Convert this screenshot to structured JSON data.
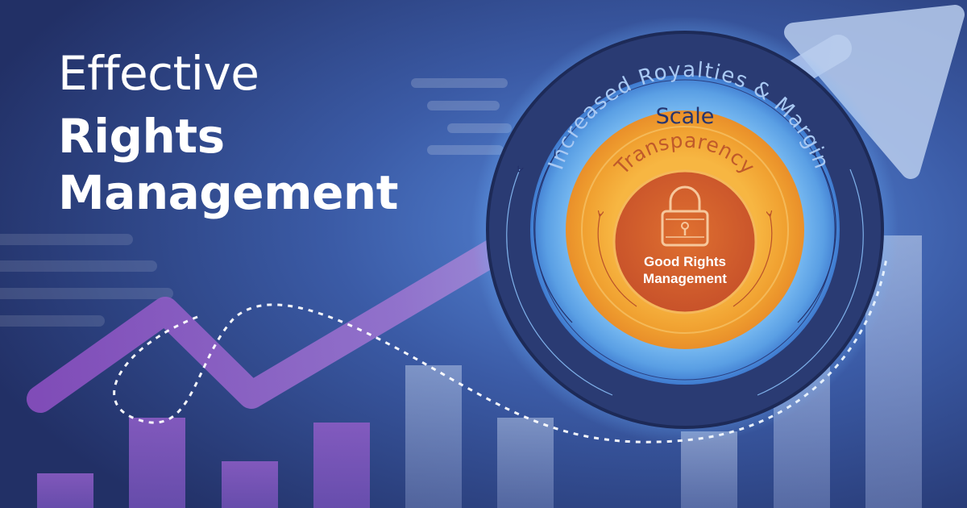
{
  "headline": {
    "line1": "Effective",
    "line2": "Rights",
    "line3": "Management"
  },
  "diagram": {
    "outer_ring_label": "Increased Royalties & Margin",
    "middle_ring_label": "Scale",
    "inner_ring_label": "Transparency",
    "core_label_line1": "Good Rights",
    "core_label_line2": "Management",
    "core_icon": "padlock-icon"
  },
  "colors": {
    "background": "#233266",
    "outer_ring": "#2a3b73",
    "scale_ring": "#5aa0e6",
    "transparency_ring": "#f3a93a",
    "core": "#d2622a",
    "trend_line": "#8a5cc2",
    "arrow": "#b4c9ec"
  }
}
